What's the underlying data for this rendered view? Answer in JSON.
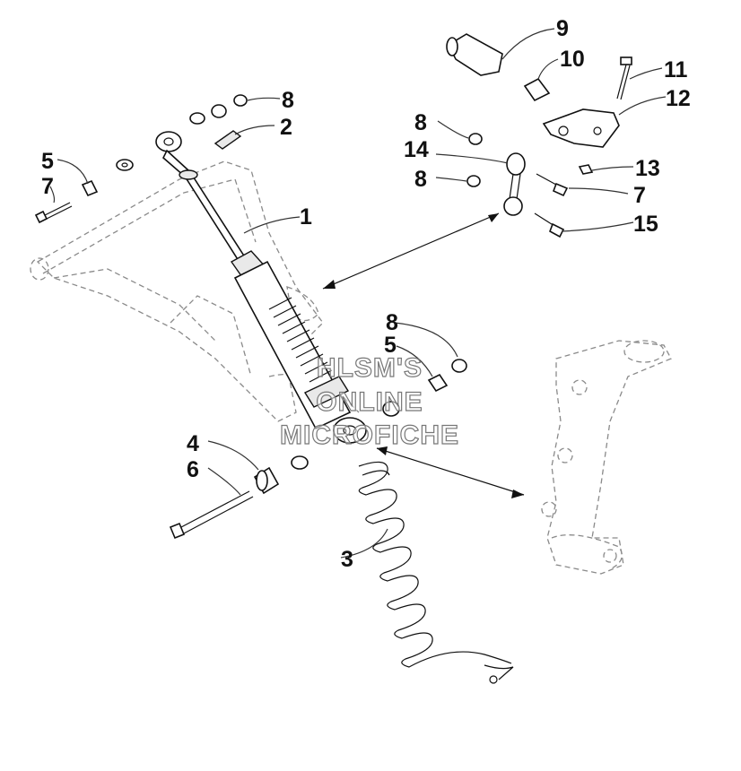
{
  "callouts": {
    "c1": "1",
    "c2": "2",
    "c3": "3",
    "c4": "4",
    "c5a": "5",
    "c5b": "5",
    "c6": "6",
    "c7a": "7",
    "c7b": "7",
    "c8a": "8",
    "c8b": "8",
    "c8c": "8",
    "c8d": "8",
    "c9": "9",
    "c10": "10",
    "c11": "11",
    "c12": "12",
    "c13": "13",
    "c14": "14",
    "c15": "15"
  },
  "watermark": {
    "line1": "HLSM'S",
    "line2": "ONLINE",
    "line3": "MICROFICHE"
  }
}
